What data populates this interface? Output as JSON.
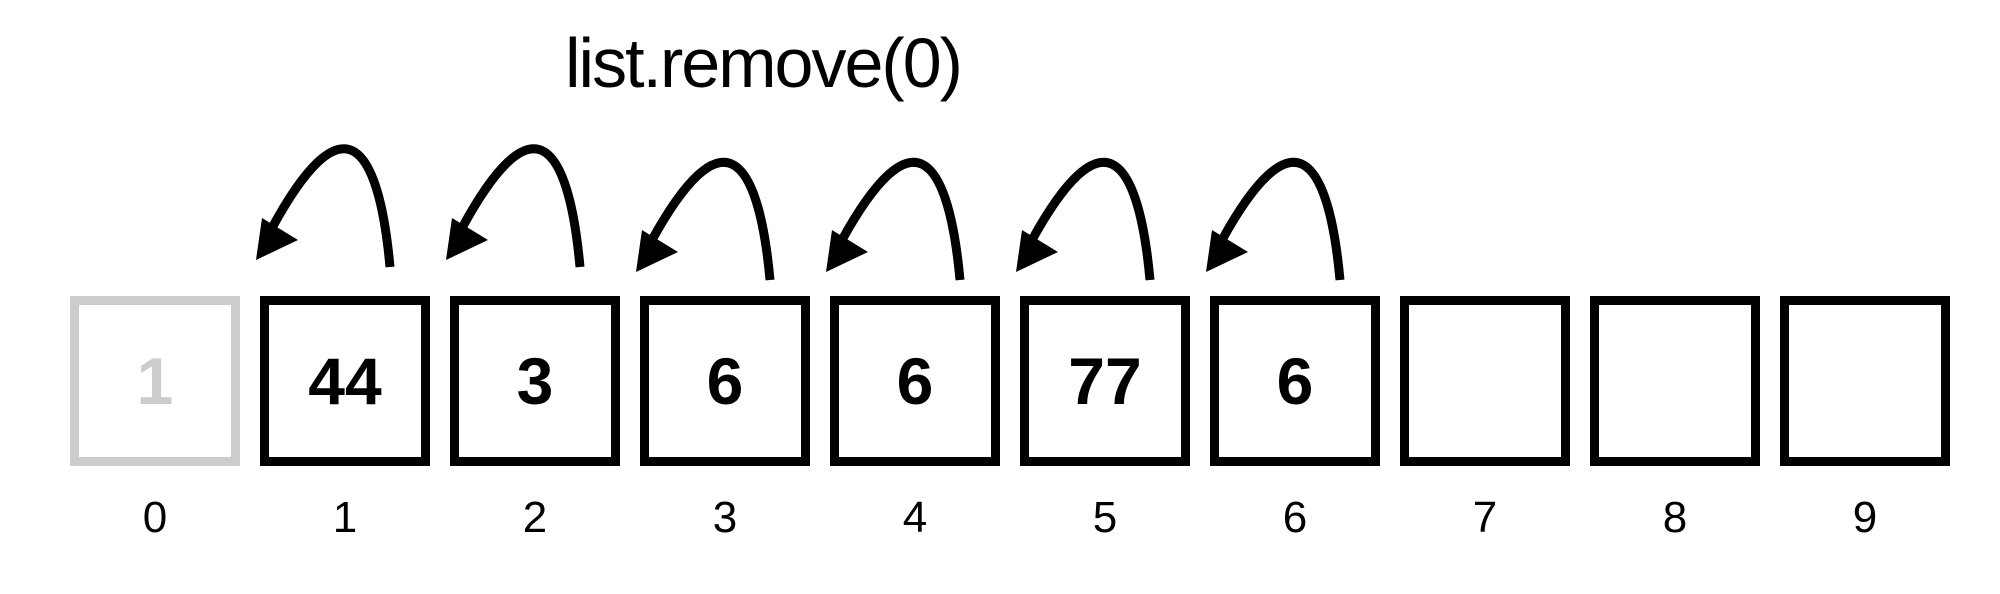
{
  "title": "list.remove(0)",
  "cells": [
    {
      "index": "0",
      "value": "1",
      "removed": true
    },
    {
      "index": "1",
      "value": "44",
      "removed": false
    },
    {
      "index": "2",
      "value": "3",
      "removed": false
    },
    {
      "index": "3",
      "value": "6",
      "removed": false
    },
    {
      "index": "4",
      "value": "6",
      "removed": false
    },
    {
      "index": "5",
      "value": "77",
      "removed": false
    },
    {
      "index": "6",
      "value": "6",
      "removed": false
    },
    {
      "index": "7",
      "value": "",
      "removed": false
    },
    {
      "index": "8",
      "value": "",
      "removed": false
    },
    {
      "index": "9",
      "value": "",
      "removed": false
    }
  ],
  "shift_arrows": [
    {
      "from_index": 1,
      "to_index": 0
    },
    {
      "from_index": 2,
      "to_index": 1
    },
    {
      "from_index": 3,
      "to_index": 2
    },
    {
      "from_index": 4,
      "to_index": 3
    },
    {
      "from_index": 5,
      "to_index": 4
    },
    {
      "from_index": 6,
      "to_index": 5
    }
  ],
  "colors": {
    "active": "#000000",
    "removed": "#cccccc"
  }
}
